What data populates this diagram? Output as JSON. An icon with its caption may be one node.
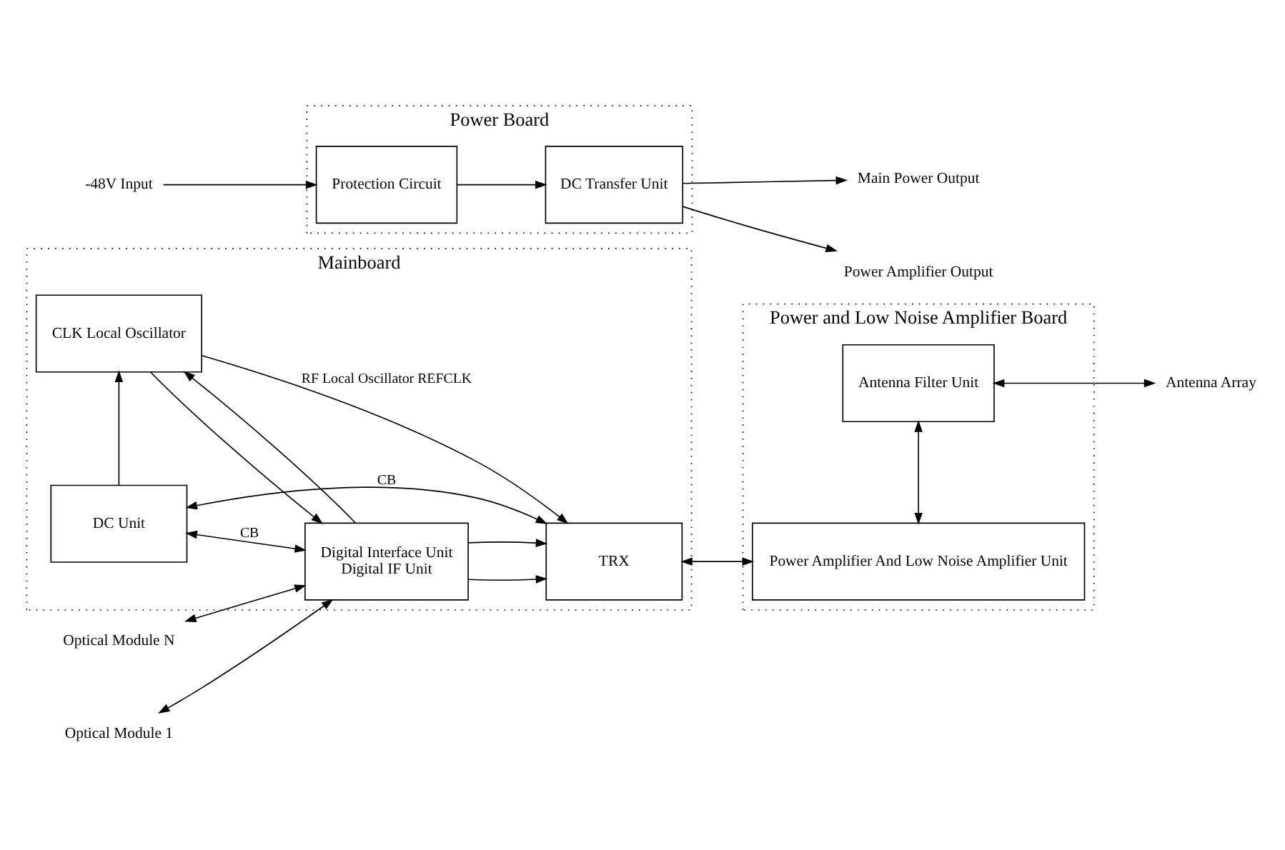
{
  "diagram": {
    "nodes": [
      {
        "text": [
          "Mainboard"
        ]
      },
      {
        "text": [
          "CLK Local Oscillator"
        ],
        "in": 0
      },
      {
        "text": [
          "DC Unit"
        ],
        "in": 0
      },
      {
        "text": [
          "Digital Interface Unit",
          "Digital IF Unit"
        ],
        "in": 0
      },
      {
        "text": [
          "TRX"
        ],
        "in": 0
      },
      {
        "text": [
          "Power and Low Noise Amplifier Board"
        ]
      },
      {
        "text": [
          "Antenna Filter Unit"
        ],
        "in": 5
      },
      {
        "text": [
          "Power Amplifier And Low Noise Amplifier Unit"
        ],
        "in": 5
      },
      {
        "text": [
          "Power Board"
        ]
      },
      {
        "text": [
          "Protection Circuit"
        ],
        "in": 8
      },
      {
        "text": [
          "DC Transfer Unit"
        ],
        "in": 8
      },
      {
        "text": [
          "Optical Module N"
        ]
      },
      {
        "text": [
          "Optical Module 1"
        ]
      },
      {
        "text": [
          "Antenna Array"
        ]
      },
      {
        "text": [
          "-48V Input"
        ]
      },
      {
        "text": [
          "Main Power Output"
        ]
      },
      {
        "text": [
          "Power Amplifier Output"
        ]
      }
    ],
    "edges": [
      {
        "from": 11,
        "to": 3,
        "arrow": "both"
      },
      {
        "from": 12,
        "to": 3,
        "arrow": "both"
      },
      {
        "from": 3,
        "to": 1,
        "arrow": "to"
      },
      {
        "from": 1,
        "to": 3,
        "arrow": "to"
      },
      {
        "from": 2,
        "to": 1,
        "arrow": "to"
      },
      {
        "from": 2,
        "to": 3,
        "arrow": "both",
        "label": "CB"
      },
      {
        "from": 2,
        "to": 4,
        "arrow": "both",
        "label": "CB"
      },
      {
        "from": 1,
        "to": 4,
        "arrow": "to",
        "label": "RF Local Oscillator REFCLK"
      },
      {
        "from": 3,
        "to": 4,
        "arrow": "to"
      },
      {
        "from": 3,
        "to": 4,
        "arrow": "to"
      },
      {
        "from": 4,
        "to": 7,
        "arrow": "both"
      },
      {
        "from": 6,
        "to": 7,
        "arrow": "both"
      },
      {
        "from": 6,
        "to": 13,
        "arrow": "both"
      },
      {
        "from": 14,
        "to": 9,
        "arrow": "to"
      },
      {
        "from": 9,
        "to": 10,
        "arrow": "to"
      },
      {
        "from": 10,
        "to": 15,
        "arrow": "to"
      },
      {
        "from": 10,
        "to": 16,
        "arrow": "to"
      }
    ]
  }
}
